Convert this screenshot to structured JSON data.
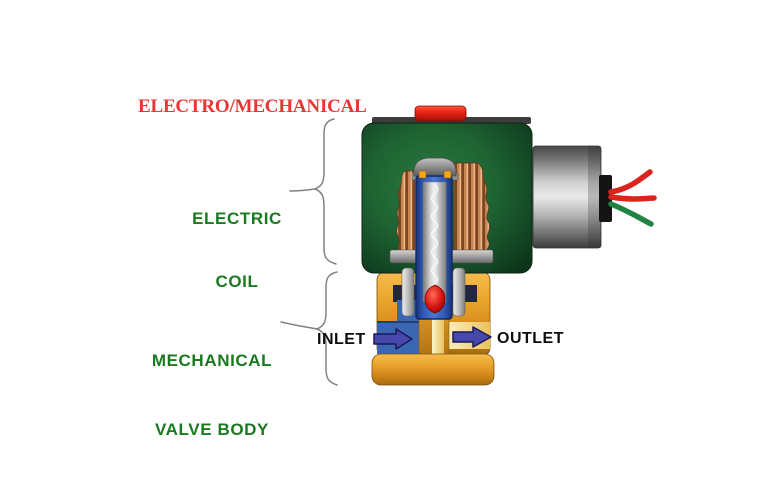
{
  "labels": {
    "electro_mechanical": "ELECTRO/MECHANICAL",
    "electric_coil": {
      "line1": "ELECTRIC",
      "line2": "COIL"
    },
    "mechanical_valve_body": {
      "line1": "MECHANICAL",
      "line2": "VALVE BODY"
    },
    "inlet": "INLET",
    "outlet": "OUTLET"
  },
  "colors": {
    "label_red": "#ee3333",
    "label_green": "#1a7a20",
    "label_black": "#0d0d0d",
    "arrow_blue": "#4747ac",
    "arrow_outline": "#191958",
    "housing_green": "#1e6332",
    "cap_red": "#e02314",
    "valve_brass": "#e29a24",
    "fluid_blue": "#3a67b2",
    "outlet_cream": "#f6e19a",
    "seal_red": "#d81410",
    "copper_winding": "#c5854f",
    "wire_red": "#d8261d",
    "wire_green": "#208343",
    "brace_gray": "#828282"
  },
  "diagram_parts": [
    "override-cap",
    "coil-housing",
    "coil-windings",
    "plunger-tube",
    "plunger-core",
    "spring-coil",
    "seat-seal",
    "conduit-hub",
    "lead-wires",
    "valve-body",
    "inlet-passage",
    "outlet-passage"
  ]
}
